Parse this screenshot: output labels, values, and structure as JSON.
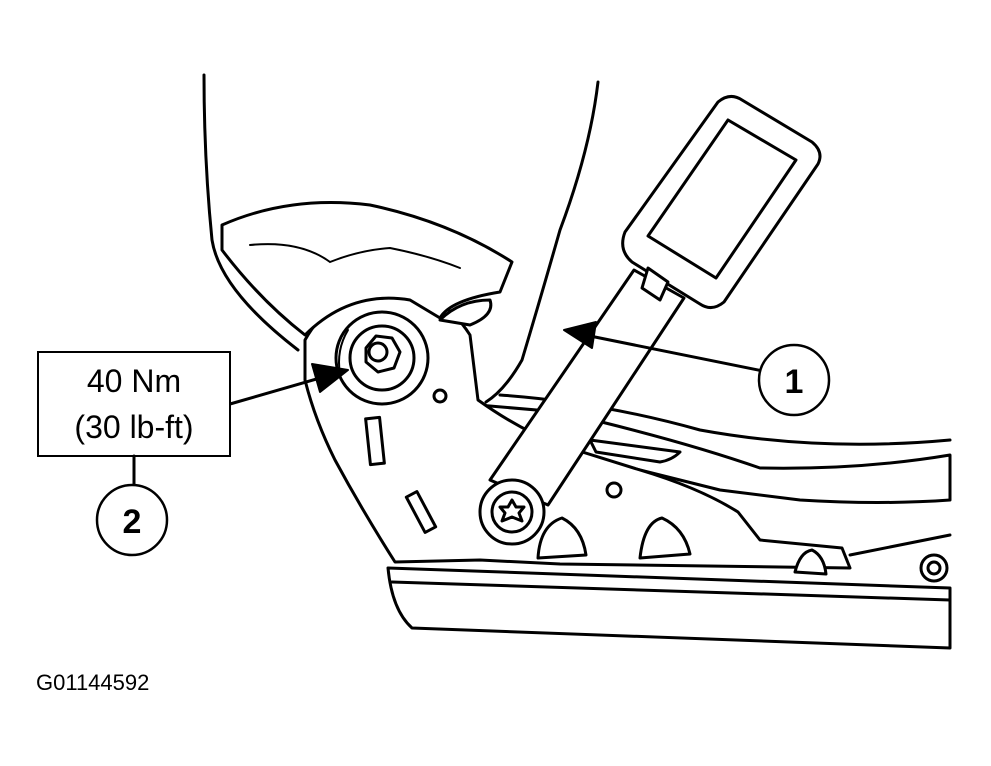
{
  "callouts": {
    "one": "1",
    "two": "2"
  },
  "torque_spec": {
    "metric": "40 Nm",
    "imperial": "(30 lb-ft)"
  },
  "figure_id": "G01144592",
  "colors": {
    "line": "#000000",
    "background": "#ffffff"
  }
}
